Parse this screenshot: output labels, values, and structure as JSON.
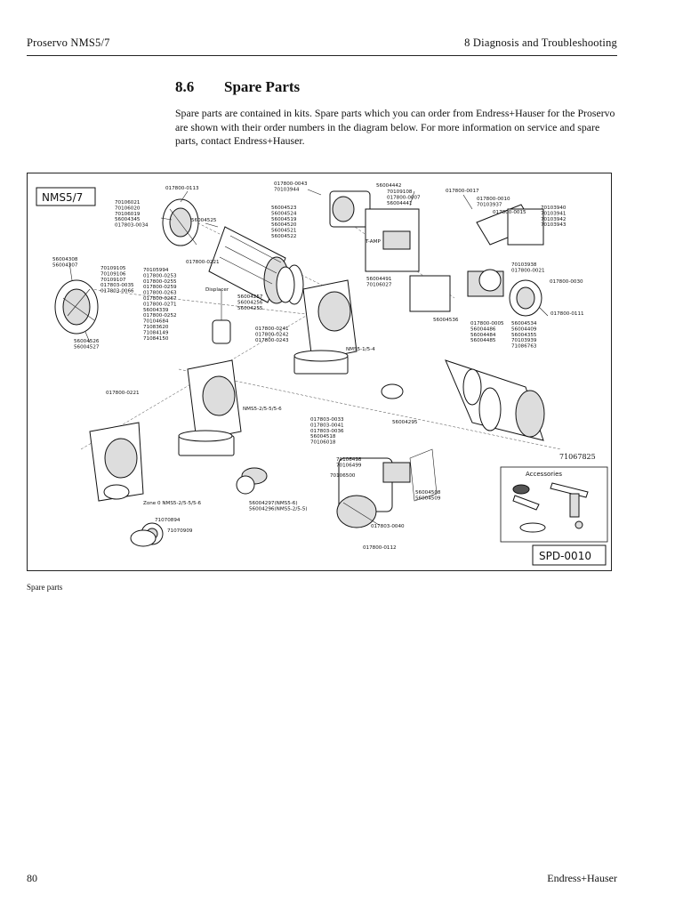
{
  "header": {
    "left": "Proservo NMS5/7",
    "right": "8 Diagnosis and Troubleshooting"
  },
  "section": {
    "number": "8.6",
    "title": "Spare Parts",
    "intro": "Spare parts are contained in kits. Spare parts which you can order from Endress+Hauser for the Proservo are shown with their order numbers in the diagram below. For more information on service and spare parts, contact Endress+Hauser."
  },
  "figure": {
    "model_label": "NMS5/7",
    "drawing_id": "SPD-0010",
    "accessories_label": "Accessories",
    "accessories_number": "71067825",
    "displacer_label": "Displacer",
    "tamp_label": "T-AMP",
    "callouts": [
      "017800-0113",
      "70106021\n70106020\n70106019\n56004345\n017803-0034",
      "56004525",
      "017800-0221",
      "56004308\n56004307",
      "70109105\n70109106\n70109107\n017803-0035\n017803-0066",
      "70105994\n017800-0253\n017800-0255\n017800-0259\n017800-0263\n017800-0267\n017800-0271\n56004339\n017800-0252\n70104684\n71083620\n71084149\n71084150",
      "56004257\n56004256\n56004255",
      "56004523\n56004524\n56004519\n56004520\n56004521\n56004522",
      "017800-0043\n70103944",
      "56004442",
      "70109108\n017800-0007\n56004441",
      "017800-0017",
      "017800-0010\n70103937",
      "017800-0015",
      "70103940\n70103941\n70103942\n70103943",
      "70103938\n017800-0021",
      "017800-0030",
      "56004491\n70106027",
      "56004536",
      "017800-0111",
      "017800-0005\n56004486\n56004484\n56004485",
      "56004534\n56004409\n56004355\n70103939\n71086763",
      "017800-0241\n017800-0242\n017800-0243",
      "56004526\n56004527",
      "NMS5-1/5-4",
      "017800-0221",
      "NMS5-2/5-5/5-6",
      "017803-0033\n017803-0041\n017803-0036\n56004518\n70106018",
      "56004295",
      "70106498\n70106499",
      "70106500",
      "56004508\n56004509",
      "56004297(NMS5-6)\n56004296(NMS5-2/5-5)",
      "Zone 0 NMS5-2/5-5/5-6",
      "71070894",
      "71070909",
      "017803-0040",
      "017800-0112"
    ]
  },
  "caption": "Spare parts",
  "footer": {
    "page": "80",
    "brand": "Endress+Hauser"
  }
}
